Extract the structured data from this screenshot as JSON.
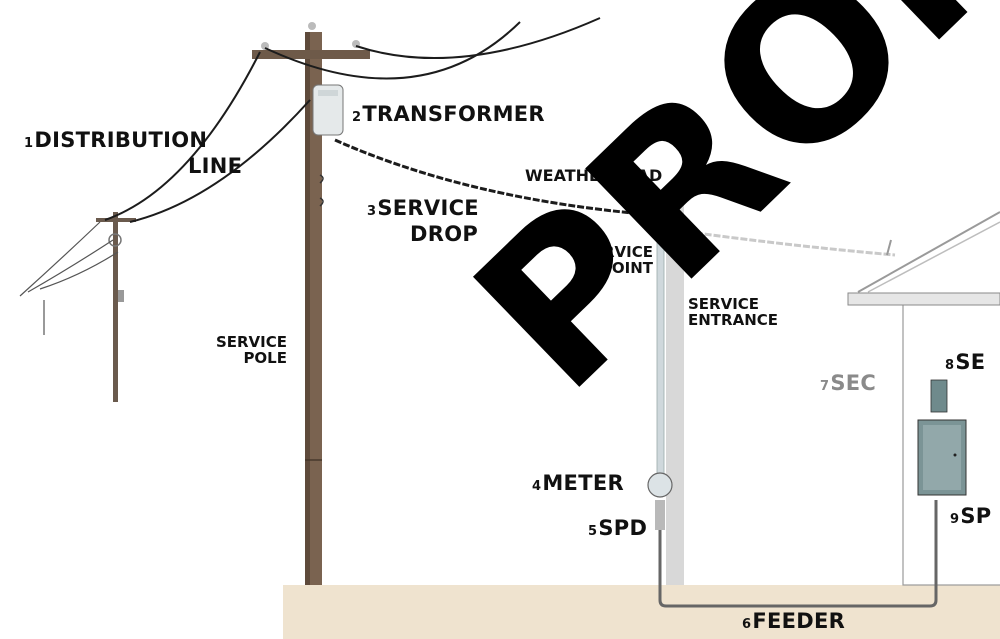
{
  "labels": {
    "distribution_line": {
      "num": "1",
      "line1": "DISTRIBUTION",
      "line2": "LINE"
    },
    "transformer": {
      "num": "2",
      "text": "TRANSFORMER"
    },
    "service_drop": {
      "num": "3",
      "line1": "SERVICE",
      "line2": "DROP"
    },
    "weatherhead": "WEATHERHEAD",
    "service_point": {
      "line1": "SERVICE",
      "line2": "POINT"
    },
    "service_entrance": {
      "line1": "SERVICE",
      "line2": "ENTRANCE"
    },
    "service_pole": {
      "line1": "SERVICE",
      "line2": "POLE"
    },
    "meter": {
      "num": "4",
      "text": "METER"
    },
    "spd": {
      "num": "5",
      "text": "SPD"
    },
    "feeder": {
      "num": "6",
      "text": "FEEDER"
    },
    "sec": {
      "num": "7",
      "text": "SEC"
    },
    "se": {
      "num": "8",
      "text": "SE"
    },
    "sp": {
      "num": "9",
      "text": "SP"
    }
  },
  "watermark": "PROPERTY",
  "colors": {
    "ground": "#efe3cf",
    "pole": "#7a6350",
    "wire": "#1c1c1c",
    "panel": "#6f8a8c",
    "label_muted": "#8a8a8a"
  }
}
